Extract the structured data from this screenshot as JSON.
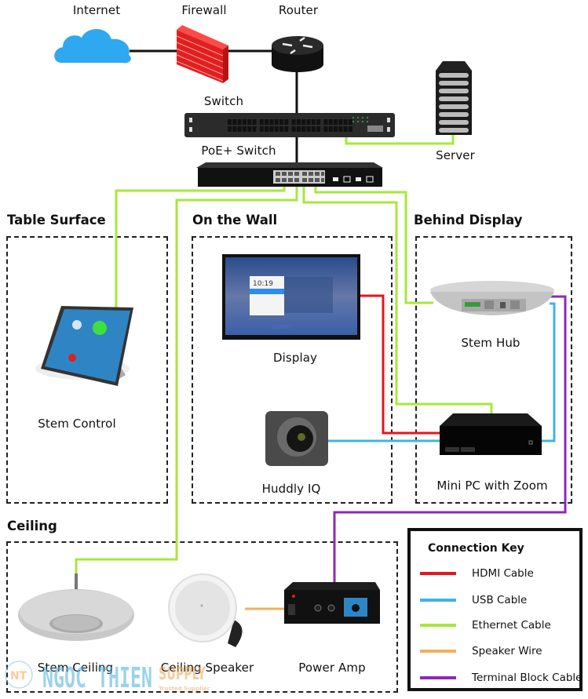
{
  "diagram": {
    "title": "Zoom Room network and AV connection diagram",
    "devices": {
      "internet": {
        "label": "Internet",
        "icon": "cloud-icon"
      },
      "firewall": {
        "label": "Firewall",
        "icon": "brick-wall-icon"
      },
      "router": {
        "label": "Router",
        "icon": "router-icon"
      },
      "switch": {
        "label": "Switch",
        "icon": "network-switch-icon"
      },
      "poe_switch": {
        "label": "PoE+ Switch",
        "icon": "poe-switch-icon"
      },
      "server": {
        "label": "Server",
        "icon": "server-rack-icon"
      },
      "stem_control": {
        "label": "Stem Control",
        "icon": "tablet-controller-icon"
      },
      "display": {
        "label": "Display",
        "icon": "display-icon",
        "screen_time": "10:19",
        "screen_brand": "zoom"
      },
      "huddly": {
        "label": "Huddly IQ",
        "icon": "camera-icon"
      },
      "stem_hub": {
        "label": "Stem Hub",
        "icon": "hub-icon"
      },
      "mini_pc": {
        "label": "Mini PC with Zoom",
        "icon": "mini-pc-icon"
      },
      "stem_ceiling": {
        "label": "Stem Ceiling",
        "icon": "ceiling-mic-icon"
      },
      "ceiling_speaker": {
        "label": "Ceiling Speaker",
        "icon": "speaker-icon"
      },
      "power_amp": {
        "label": "Power Amp",
        "icon": "amplifier-icon"
      }
    },
    "zones": {
      "table_surface": "Table Surface",
      "on_the_wall": "On the Wall",
      "behind_display": "Behind Display",
      "ceiling": "Ceiling"
    },
    "connection_key": {
      "title": "Connection Key",
      "items": [
        {
          "label": "HDMI Cable",
          "color": "#e8141c"
        },
        {
          "label": "USB Cable",
          "color": "#3cb4ea"
        },
        {
          "label": "Ethernet Cable",
          "color": "#a6e83a"
        },
        {
          "label": "Speaker Wire",
          "color": "#f2b05a"
        },
        {
          "label": "Terminal Block Cable",
          "color": "#8e28b8"
        }
      ]
    },
    "connections": [
      {
        "from": "Internet",
        "to": "Firewall",
        "type": "Network"
      },
      {
        "from": "Firewall",
        "to": "Router",
        "type": "Network"
      },
      {
        "from": "Router",
        "to": "Switch",
        "type": "Network"
      },
      {
        "from": "Switch",
        "to": "PoE+ Switch",
        "type": "Network"
      },
      {
        "from": "Switch",
        "to": "Server",
        "type": "Ethernet Cable"
      },
      {
        "from": "PoE+ Switch",
        "to": "Stem Control",
        "type": "Ethernet Cable"
      },
      {
        "from": "PoE+ Switch",
        "to": "Stem Ceiling",
        "type": "Ethernet Cable"
      },
      {
        "from": "PoE+ Switch",
        "to": "Mini PC with Zoom",
        "type": "Ethernet Cable"
      },
      {
        "from": "PoE+ Switch",
        "to": "Stem Hub",
        "type": "Ethernet Cable"
      },
      {
        "from": "Display",
        "to": "Mini PC with Zoom",
        "type": "HDMI Cable"
      },
      {
        "from": "Huddly IQ",
        "to": "Mini PC with Zoom",
        "type": "USB Cable"
      },
      {
        "from": "Stem Hub",
        "to": "Mini PC with Zoom",
        "type": "USB Cable"
      },
      {
        "from": "Stem Hub",
        "to": "Power Amp",
        "type": "Terminal Block Cable"
      },
      {
        "from": "Ceiling Speaker",
        "to": "Power Amp",
        "type": "Speaker Wire"
      }
    ],
    "colors": {
      "network": "#111111",
      "hdmi": "#e8141c",
      "usb": "#3cb4ea",
      "ethernet": "#a6e83a",
      "speaker": "#f2b05a",
      "terminal": "#8e28b8",
      "cloud": "#2ea8f0",
      "firewall": "#e02020"
    },
    "watermark": {
      "brand": "NGOC THIEN",
      "suffix": "SUPPLY",
      "tagline": "Trusted Supplier",
      "logo": "NT"
    }
  }
}
